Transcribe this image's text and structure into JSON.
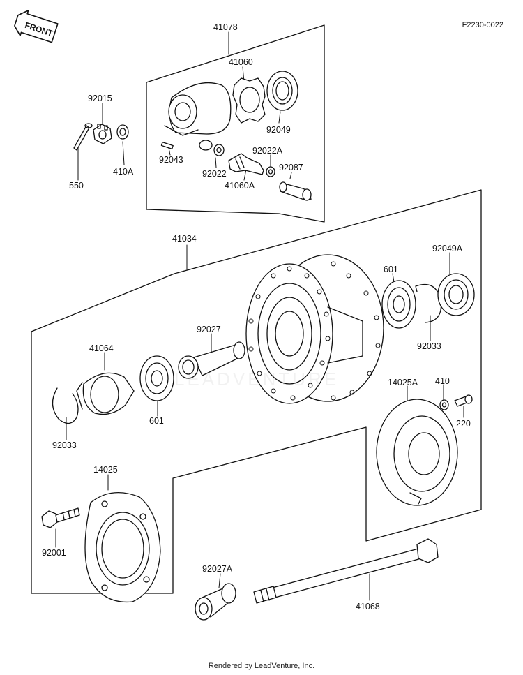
{
  "header": {
    "diagram_code": "F2230-0022",
    "front_badge": "FRONT"
  },
  "watermark": "LEADVENTURE",
  "footer": {
    "text": "Rendered by LeadVenture, Inc."
  },
  "labels": {
    "l41078": "41078",
    "l41060": "41060",
    "l92049": "92049",
    "l92015": "92015",
    "l410A": "410A",
    "l550": "550",
    "l92043": "92043",
    "l92022": "92022",
    "l92022A": "92022A",
    "l92087": "92087",
    "l41060A": "41060A",
    "l41034": "41034",
    "l601a": "601",
    "l92049A": "92049A",
    "l92033a": "92033",
    "l92027": "92027",
    "l41064": "41064",
    "l601b": "601",
    "l92033b": "92033",
    "l14025A": "14025A",
    "l410": "410",
    "l220": "220",
    "l14025": "14025",
    "l92001": "92001",
    "l92027A": "92027A",
    "l41068": "41068"
  }
}
